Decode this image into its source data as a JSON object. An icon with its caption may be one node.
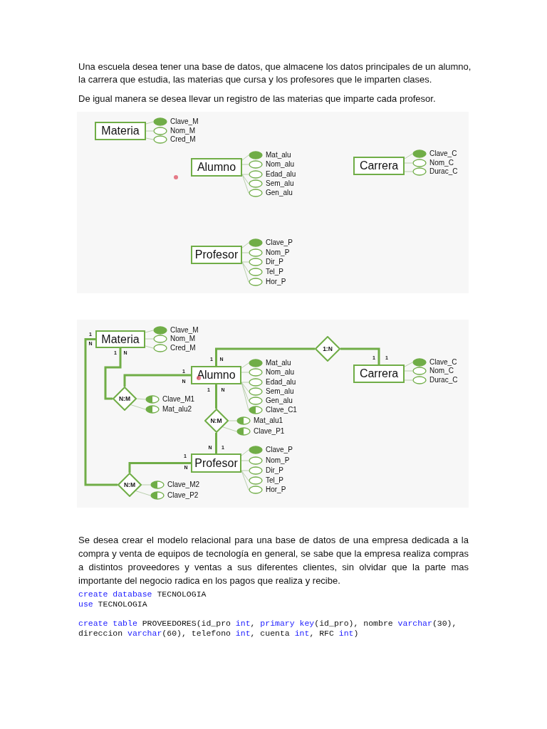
{
  "diagram": {
    "nodes": [
      {
        "text": [
          "Materia"
        ]
      },
      {
        "text": [
          "Clave_M"
        ]
      },
      {
        "text": [
          "Nom_M"
        ]
      },
      {
        "text": [
          "Cred_M"
        ]
      },
      {
        "text": [
          "Alumno"
        ]
      },
      {
        "text": [
          "Mat_alu"
        ]
      },
      {
        "text": [
          "Nom_alu"
        ]
      },
      {
        "text": [
          "Edad_alu"
        ]
      },
      {
        "text": [
          "Sem_alu"
        ]
      },
      {
        "text": [
          "Gen_alu"
        ]
      },
      {
        "text": [
          "Carrera"
        ]
      },
      {
        "text": [
          "Clave_C"
        ]
      },
      {
        "text": [
          "Nom_C"
        ]
      },
      {
        "text": [
          "Durac_C"
        ]
      },
      {
        "text": [
          "Profesor"
        ]
      },
      {
        "text": [
          "Clave_P"
        ]
      },
      {
        "text": [
          "Nom_P"
        ]
      },
      {
        "text": [
          "Dir_P"
        ]
      },
      {
        "text": [
          "Tel_P"
        ]
      },
      {
        "text": [
          "Hor_P"
        ]
      },
      {
        "text": [
          "Materia"
        ]
      },
      {
        "text": [
          "Clave_M"
        ]
      },
      {
        "text": [
          "Nom_M"
        ]
      },
      {
        "text": [
          "Cred_M"
        ]
      },
      {
        "text": [
          "1:N"
        ]
      },
      {
        "text": [
          "Alumno"
        ]
      },
      {
        "text": [
          "Mat_alu"
        ]
      },
      {
        "text": [
          "Nom_alu"
        ]
      },
      {
        "text": [
          "Edad_alu"
        ]
      },
      {
        "text": [
          "Sem_alu"
        ]
      },
      {
        "text": [
          "Gen_alu"
        ]
      },
      {
        "text": [
          "Clave_C1"
        ]
      },
      {
        "text": [
          "Carrera"
        ]
      },
      {
        "text": [
          "Clave_C"
        ]
      },
      {
        "text": [
          "Nom_C"
        ]
      },
      {
        "text": [
          "Durac_C"
        ]
      },
      {
        "text": [
          "N:M"
        ]
      },
      {
        "text": [
          "Clave_M1"
        ]
      },
      {
        "text": [
          "Mat_alu2"
        ]
      },
      {
        "text": [
          "N:M"
        ]
      },
      {
        "text": [
          "Mat_alu1"
        ]
      },
      {
        "text": [
          "Clave_P1"
        ]
      },
      {
        "text": [
          "Profesor"
        ]
      },
      {
        "text": [
          "Clave_P"
        ]
      },
      {
        "text": [
          "Nom_P"
        ]
      },
      {
        "text": [
          "Dir_P"
        ]
      },
      {
        "text": [
          "Tel_P"
        ]
      },
      {
        "text": [
          "Hor_P"
        ]
      },
      {
        "text": [
          "N:M"
        ]
      },
      {
        "text": [
          "Clave_M2"
        ]
      },
      {
        "text": [
          "Clave_P2"
        ]
      }
    ],
    "edges": [
      {
        "from": 0,
        "to": 1,
        "arrow": "none"
      },
      {
        "from": 0,
        "to": 2,
        "arrow": "none"
      },
      {
        "from": 0,
        "to": 3,
        "arrow": "none"
      },
      {
        "from": 4,
        "to": 5,
        "arrow": "none"
      },
      {
        "from": 4,
        "to": 6,
        "arrow": "none"
      },
      {
        "from": 4,
        "to": 7,
        "arrow": "none"
      },
      {
        "from": 4,
        "to": 8,
        "arrow": "none"
      },
      {
        "from": 4,
        "to": 9,
        "arrow": "none"
      },
      {
        "from": 10,
        "to": 11,
        "arrow": "none"
      },
      {
        "from": 10,
        "to": 12,
        "arrow": "none"
      },
      {
        "from": 10,
        "to": 13,
        "arrow": "none"
      },
      {
        "from": 14,
        "to": 15,
        "arrow": "none"
      },
      {
        "from": 14,
        "to": 16,
        "arrow": "none"
      },
      {
        "from": 14,
        "to": 17,
        "arrow": "none"
      },
      {
        "from": 14,
        "to": 18,
        "arrow": "none"
      },
      {
        "from": 14,
        "to": 19,
        "arrow": "none"
      },
      {
        "from": 20,
        "to": 21,
        "arrow": "none"
      },
      {
        "from": 20,
        "to": 22,
        "arrow": "none"
      },
      {
        "from": 20,
        "to": 23,
        "arrow": "none"
      },
      {
        "from": 25,
        "to": 26,
        "arrow": "none"
      },
      {
        "from": 25,
        "to": 27,
        "arrow": "none"
      },
      {
        "from": 25,
        "to": 28,
        "arrow": "none"
      },
      {
        "from": 25,
        "to": 29,
        "arrow": "none"
      },
      {
        "from": 25,
        "to": 30,
        "arrow": "none"
      },
      {
        "from": 25,
        "to": 31,
        "arrow": "none"
      },
      {
        "from": 32,
        "to": 33,
        "arrow": "none"
      },
      {
        "from": 32,
        "to": 34,
        "arrow": "none"
      },
      {
        "from": 32,
        "to": 35,
        "arrow": "none"
      },
      {
        "from": 36,
        "to": 37,
        "arrow": "none"
      },
      {
        "from": 36,
        "to": 38,
        "arrow": "none"
      },
      {
        "from": 39,
        "to": 40,
        "arrow": "none"
      },
      {
        "from": 39,
        "to": 41,
        "arrow": "none"
      },
      {
        "from": 42,
        "to": 43,
        "arrow": "none"
      },
      {
        "from": 42,
        "to": 44,
        "arrow": "none"
      },
      {
        "from": 42,
        "to": 45,
        "arrow": "none"
      },
      {
        "from": 42,
        "to": 46,
        "arrow": "none"
      },
      {
        "from": 42,
        "to": 47,
        "arrow": "none"
      },
      {
        "from": 48,
        "to": 49,
        "arrow": "none"
      },
      {
        "from": 48,
        "to": 50,
        "arrow": "none"
      },
      {
        "from": 25,
        "to": 24,
        "arrow": "none",
        "style": "thick",
        "color": "#70ad47"
      },
      {
        "from": 24,
        "to": 32,
        "arrow": "none",
        "style": "thick",
        "color": "#70ad47"
      },
      {
        "from": 20,
        "to": 36,
        "arrow": "none",
        "style": "thick",
        "color": "#70ad47"
      },
      {
        "from": 25,
        "to": 36,
        "arrow": "none",
        "style": "thick",
        "color": "#70ad47"
      },
      {
        "from": 25,
        "to": 39,
        "arrow": "none",
        "style": "thick",
        "color": "#70ad47"
      },
      {
        "from": 39,
        "to": 42,
        "arrow": "none",
        "style": "thick",
        "color": "#70ad47"
      },
      {
        "from": 42,
        "to": 48,
        "arrow": "none",
        "style": "thick",
        "color": "#70ad47"
      },
      {
        "from": 20,
        "to": 48,
        "arrow": "none",
        "style": "thick",
        "color": "#70ad47"
      }
    ],
    "labels": [
      "Una escuela desea tener una base de datos, que almacene los datos principales de un alumno, la carrera que estudia, las materias que cursa y los profesores que le imparten clases.",
      "De igual manera se desea llevar un registro de las materias que imparte cada profesor.",
      "1",
      "N",
      "1",
      "N",
      "1",
      "N",
      "1",
      "1",
      "1",
      "N",
      "1",
      "N",
      "N",
      "1",
      "1",
      "N",
      "Se desea crear el modelo relacional para una base de datos de una empresa dedicada a la compra y venta de equipos de tecnología en general, se sabe que la empresa realiza compras a distintos proveedores y ventas a sus diferentes clientes, sin olvidar que la parte mas importante del negocio radica en los pagos que realiza y recibe.",
      "create database",
      "TECNOLOGIA",
      "use",
      "TECNOLOGIA",
      "create table",
      "PROVEEDORES(id_pro",
      "int",
      ",",
      "primary key",
      "(id_pro), nombre",
      "varchar",
      "(30),",
      "direccion",
      "varchar",
      "(60), telefono",
      "int",
      ", cuenta",
      "int",
      ", RFC",
      "int",
      ")"
    ]
  }
}
